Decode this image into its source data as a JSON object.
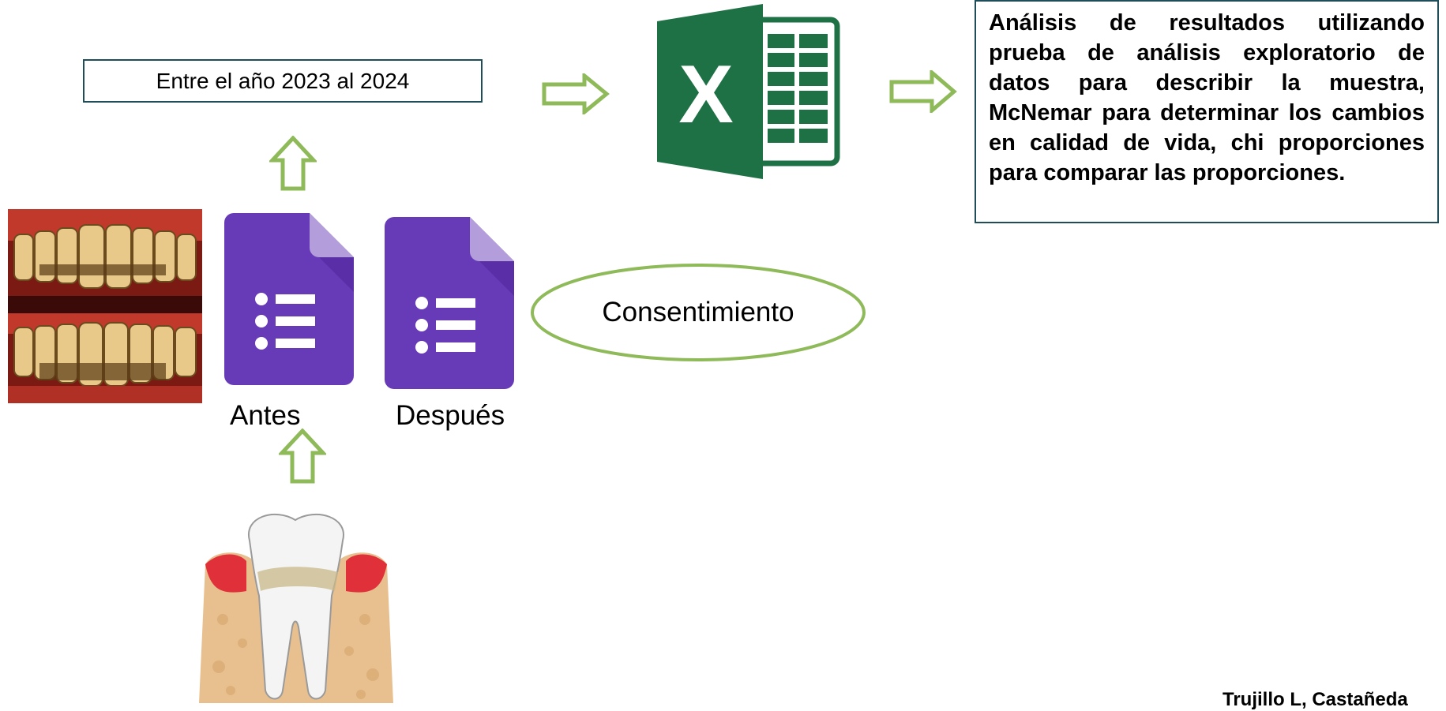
{
  "date_box": {
    "text": "Entre el año 2023 al 2024"
  },
  "analysis_box": {
    "text": "Análisis de resultados utilizando prueba de análisis exploratorio de datos para describir la muestra, McNemar para determinar los cambios en calidad de vida, chi proporciones para comparar las proporciones."
  },
  "consent": {
    "label": "Consentimiento"
  },
  "forms": {
    "before_label": "Antes",
    "after_label": "Después"
  },
  "author": {
    "text": "Trujillo L, Castañeda"
  },
  "colors": {
    "arrow_stroke": "#8fba5a",
    "form_purple": "#673ab7",
    "form_corner": "#b39ddb",
    "excel_green": "#1e7145",
    "border_teal": "#1f4e5a"
  },
  "icons": [
    "excel-icon",
    "google-forms-icon",
    "teeth-photo",
    "periodontal-tooth-icon",
    "arrow-right-icon",
    "arrow-up-icon"
  ]
}
